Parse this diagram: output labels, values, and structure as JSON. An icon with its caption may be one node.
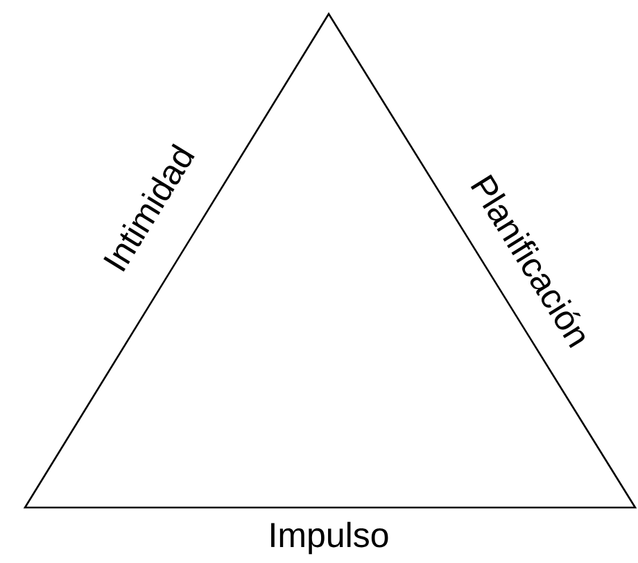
{
  "diagram": {
    "labels": [
      "Intimidad",
      "Planificación",
      "Impulso"
    ]
  }
}
